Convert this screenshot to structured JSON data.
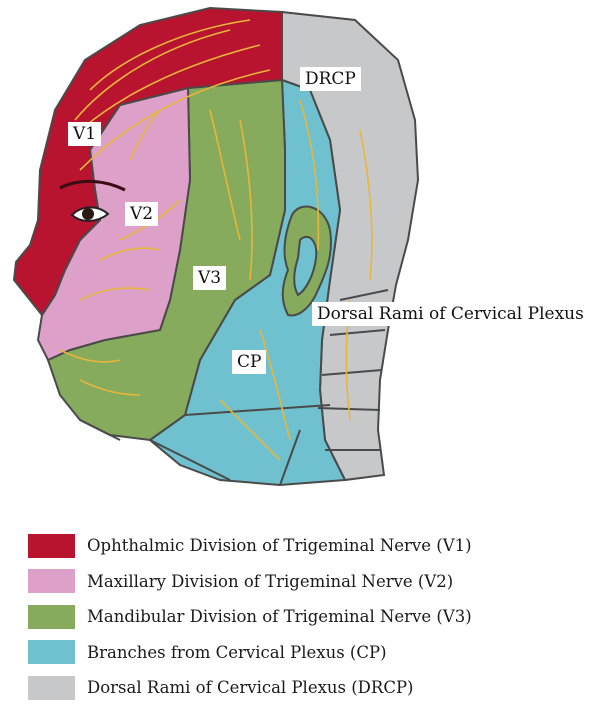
{
  "colors": {
    "v1": "#b8132f",
    "v2": "#dda0c9",
    "v3": "#86ab5c",
    "cp": "#6fc1cf",
    "drcp": "#c7c8ca",
    "nerve": "#e8b63a",
    "outline": "#4a4a4a"
  },
  "labels": {
    "v1": "V1",
    "v2": "V2",
    "v3": "V3",
    "cp": "CP",
    "drcp": "DRCP",
    "dorsal_rami": "Dorsal Rami of Cervical Plexus"
  },
  "legend": [
    {
      "key": "v1",
      "text": "Ophthalmic Division of Trigeminal Nerve (V1)"
    },
    {
      "key": "v2",
      "text": "Maxillary Division of Trigeminal Nerve (V2)"
    },
    {
      "key": "v3",
      "text": "Mandibular Division of Trigeminal Nerve (V3)"
    },
    {
      "key": "cp",
      "text": "Branches from Cervical Plexus (CP)"
    },
    {
      "key": "drcp",
      "text": "Dorsal Rami of Cervical Plexus (DRCP)"
    }
  ]
}
